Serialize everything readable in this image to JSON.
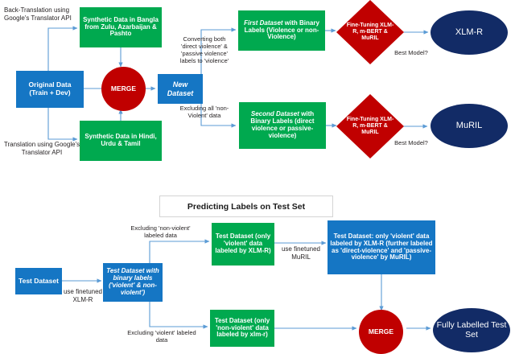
{
  "diagram": {
    "title_box": {
      "label": "Predicting Labels on Test Set"
    },
    "colors": {
      "green": "#00a94f",
      "blue": "#1576c4",
      "navy": "#122b66",
      "red": "#c00000",
      "arrow": "#5b9bd5",
      "text_dark": "#231f20"
    },
    "top_flow": {
      "nodes": {
        "original_data": "Original Data\n(Train + Dev)",
        "synthetic_bangla": "Synthetic Data in Bangla from Zulu, Azarbaijan & Pashto",
        "synthetic_hindi": "Synthetic Data in Hindi, Urdu & Tamil",
        "merge": "MERGE",
        "new_dataset": "New Dataset",
        "first_dataset_em": "First Dataset",
        "first_dataset_rest": " with Binary Labels (Violence or non-Violence)",
        "second_dataset_em": "Second Dataset",
        "second_dataset_rest": " with Binary Labels (direct violence or passive-violence)",
        "finetune_1": "Fine-Tuning XLM-R, m-BERT & MuRIL",
        "finetune_2": "Fine-Tuning XLM-R, m-BERT & MuRIL",
        "model_xlmr": "XLM-R",
        "model_muril": "MuRIL"
      },
      "edge_labels": {
        "back_translation": "Back-Translation using Google's Translator API",
        "translation": "Translation using Google's Translator API",
        "converting": "Converting both 'direct violence' & 'passive violence' labels to 'violence'",
        "excluding_nonviolent": "Excluding all 'non-Violent' data",
        "best_model_1": "Best Model?",
        "best_model_2": "Best Model?"
      }
    },
    "bottom_flow": {
      "nodes": {
        "test_dataset": "Test Dataset",
        "test_binary_em": "Test Dataset with binary labels ('violent' & non-violent')",
        "test_violent_green": "Test Dataset (only 'violent' data labeled by XLM-R)",
        "test_nonviolent_green": "Test Dataset (only 'non-violent' data labeled by xlm-r)",
        "test_violent_blue": "Test Dataset: only 'violent' data labeled by XLM-R (further labeled as 'direct-violence' and 'passive-violence' by MuRIL)",
        "merge": "MERGE",
        "fully_labelled": "Fully Labelled Test Set"
      },
      "edge_labels": {
        "use_finetuned_xlmr": "use finetuned XLM-R",
        "excluding_nonviolent": "Excluding 'non-violent' labeled data",
        "excluding_violent": "Excluding 'violent' labeled data",
        "use_finetuned_muril": "use finetuned MuRIL"
      }
    }
  }
}
